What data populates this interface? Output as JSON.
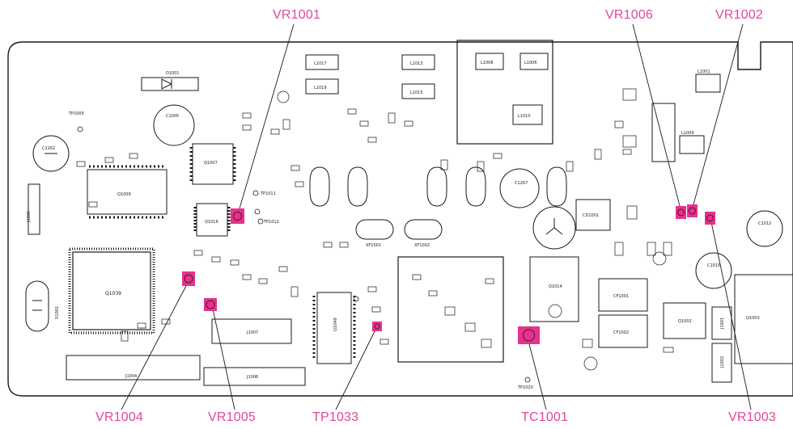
{
  "callouts": {
    "vr1001": "VR1001",
    "vr1006": "VR1006",
    "vr1002": "VR1002",
    "vr1004": "VR1004",
    "vr1005": "VR1005",
    "tp1033": "TP1033",
    "tc1001": "TC1001",
    "vr1003": "VR1003"
  },
  "board_labels": {
    "d1001": "D1001",
    "q1009": "Q1009",
    "q1007": "Q1007",
    "q1016": "Q1016",
    "q1039": "Q1039",
    "j1005": "J1005",
    "j1004": "J1004",
    "j1006": "J1006",
    "j1007": "J1007",
    "q1014": "Q1014",
    "cf1001": "CF1001",
    "cf1002": "CF1002",
    "q1002": "Q1002",
    "q1003": "Q1003",
    "j1001": "J1001",
    "j1002": "J1002",
    "c1267": "C1267",
    "c1015": "C1015",
    "c1012": "C1012",
    "x1001": "X1001",
    "xf1001": "XF1001",
    "xf1002": "XF1002",
    "cd1001": "CD1001",
    "q1049": "Q1049",
    "l1017": "L1017",
    "l1019": "L1019",
    "l1013": "L1013",
    "l1015": "L1015",
    "l1008": "L1008",
    "l1006": "L1006",
    "l1010": "L1010",
    "l1001": "L1001",
    "l1009": "L1009",
    "tp1020": "TP1020",
    "tp1005": "TP1005",
    "tp1011": "TP1011",
    "tp1012": "TP1012",
    "c1162": "C1162",
    "c1005": "C1005"
  },
  "colors": {
    "callout": "#e0479a",
    "highlight": "#e8308c",
    "ink": "#1a1a1a"
  }
}
